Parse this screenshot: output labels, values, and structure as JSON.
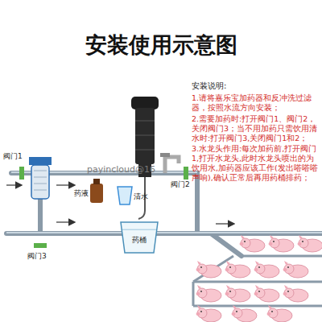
{
  "diagram": {
    "title": "安装使用示意图",
    "nodes": [
      {
        "text": [
          "药桶"
        ]
      }
    ],
    "labels": [
      "安装说明:",
      "1.请将嘉乐宝加药器和反冲洗过滤器，按照水流方向安装；",
      "2.需要加药时:打开阀门1、阀门2，关闭阀门3；当不用加药只需饮用清水时:打开阀门3,关闭阀门1和2；",
      "3.水龙头作用:每次加药前,打开阀门1,打开水龙头,此时水龙头喷出的为饮用水,加药器应该工作(发出嗒嗒嗒声响),确认正常后再用药桶排药；",
      "阀门1",
      "阀门2",
      "阀门3",
      "药液",
      "清水",
      "payincloud@16"
    ]
  }
}
